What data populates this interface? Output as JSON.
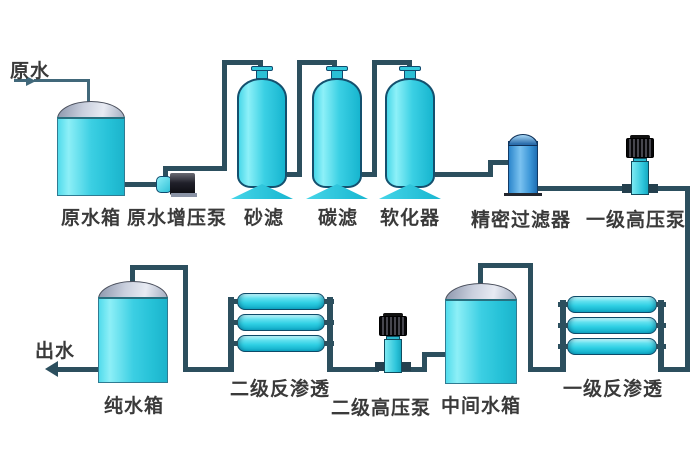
{
  "colors": {
    "background": "#ffffff",
    "pipe": "#2c4f5e",
    "label_text": "#3a3a3a",
    "tank_cyan": "#35cde1",
    "tank_dome_gray": "#aab3c6",
    "vessel_cyan": "#3bd2e5",
    "precision_filter_blue": "#3b97d8",
    "pump_motor_black": "#17171c",
    "pump_body_cyan": "#49d6e8",
    "membrane_cyan": "#2fd0e4"
  },
  "inlet": {
    "label": "原水",
    "direction": "right"
  },
  "outlet": {
    "label": "出水",
    "direction": "left"
  },
  "equipment": {
    "raw_tank": {
      "label": "原水箱"
    },
    "booster_pump": {
      "label": "原水增压泵"
    },
    "sand_filter": {
      "label": "砂滤"
    },
    "carbon_filter": {
      "label": "碳滤"
    },
    "softener": {
      "label": "软化器"
    },
    "precision_filter": {
      "label": "精密过滤器"
    },
    "hp_pump_1": {
      "label": "一级高压泵"
    },
    "ro_stage_1": {
      "label": "一级反渗透",
      "membrane_count": 3
    },
    "mid_tank": {
      "label": "中间水箱"
    },
    "hp_pump_2": {
      "label": "二级高压泵"
    },
    "ro_stage_2": {
      "label": "二级反渗透",
      "membrane_count": 3
    },
    "pure_tank": {
      "label": "纯水箱"
    }
  },
  "process_sequence": [
    "原水",
    "原水箱",
    "原水增压泵",
    "砂滤",
    "碳滤",
    "软化器",
    "精密过滤器",
    "一级高压泵",
    "一级反渗透",
    "中间水箱",
    "二级高压泵",
    "二级反渗透",
    "纯水箱",
    "出水"
  ]
}
